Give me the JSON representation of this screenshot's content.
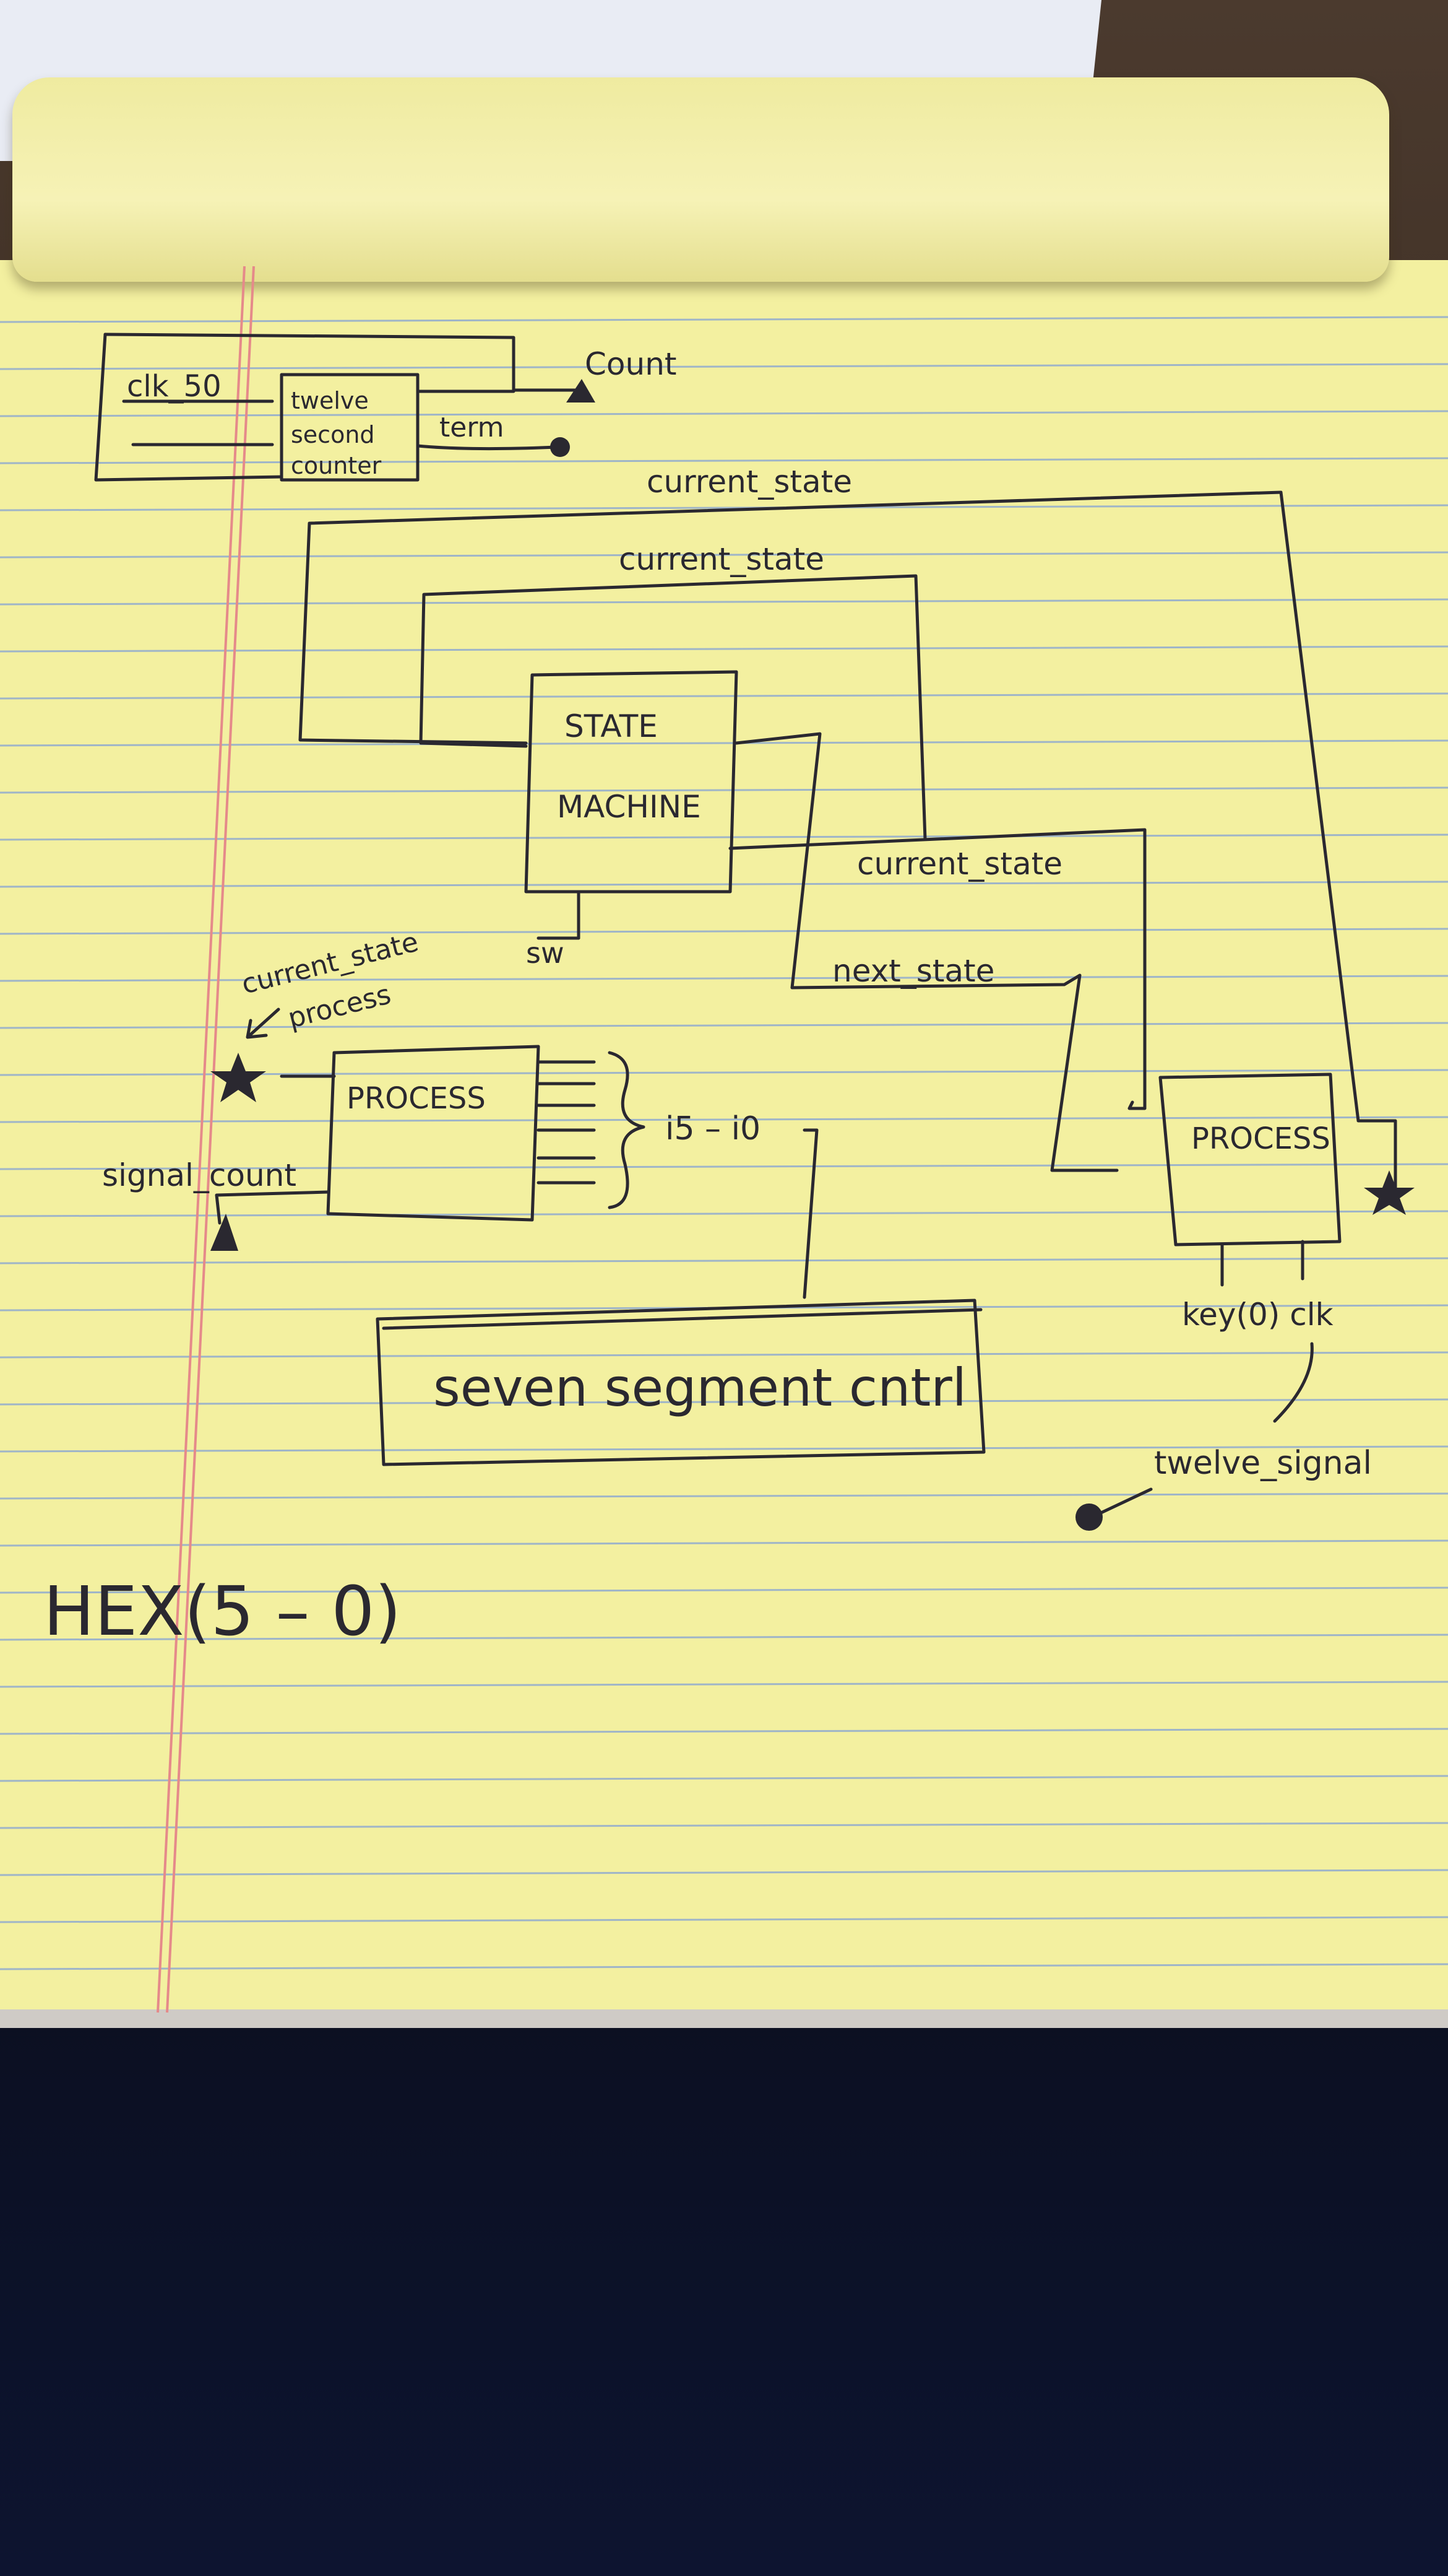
{
  "diagram": {
    "counter_block": {
      "input": "clk_50",
      "name_lines": [
        "twelve",
        "second",
        "counter"
      ],
      "output_count": "Count",
      "output_term": "term"
    },
    "state_machine": {
      "title_lines": [
        "STATE",
        "MACHINE"
      ],
      "input": "sw"
    },
    "wire_labels": {
      "current_state_outer": "current_state",
      "current_state_inner": "current_state",
      "current_state_right": "current_state",
      "next_state": "next_state"
    },
    "left_process": {
      "label": "PROCESS",
      "note_line1": "current_state",
      "note_line2": "process",
      "input_signal": "signal_count",
      "outputs": "i5 – i0"
    },
    "right_process": {
      "label": "PROCESS",
      "inputs": "key(0) clk",
      "signal": "twelve_signal"
    },
    "seven_segment": {
      "label": "seven segment cntrl"
    },
    "hex_output": "HEX(5 – 0)"
  }
}
